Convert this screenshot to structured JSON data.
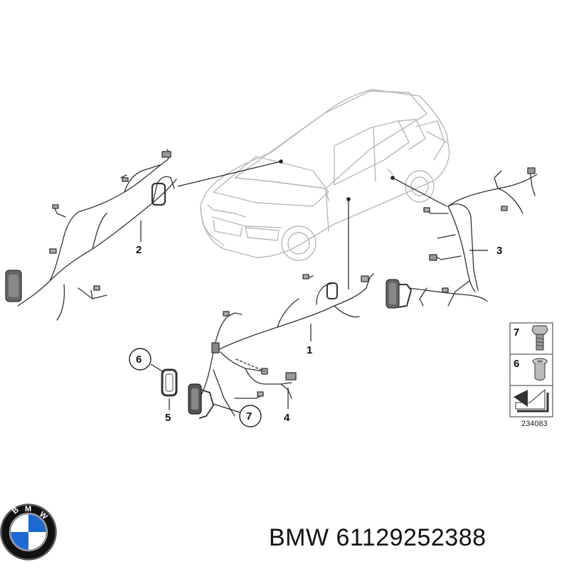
{
  "diagram": {
    "callouts": [
      {
        "id": "1",
        "label": "1"
      },
      {
        "id": "2",
        "label": "2"
      },
      {
        "id": "3",
        "label": "3"
      },
      {
        "id": "4",
        "label": "4"
      },
      {
        "id": "5",
        "label": "5"
      },
      {
        "id": "6",
        "label": "6"
      },
      {
        "id": "7",
        "label": "7"
      }
    ],
    "legend": {
      "items": [
        {
          "number": "7",
          "icon": "bolt-icon"
        },
        {
          "number": "6",
          "icon": "rivet-nut-icon"
        }
      ],
      "arrow_icon": "direction-arrow-icon",
      "figure_number": "234083"
    }
  },
  "brand": {
    "logo": "bmw-roundel-logo",
    "logo_letters": "BMW",
    "caption": "BMW 61129252388"
  },
  "colors": {
    "line": "#333333",
    "car_outline": "#b8b8b8",
    "logo_blue": "#1c69d4",
    "logo_ring": "#111111"
  }
}
